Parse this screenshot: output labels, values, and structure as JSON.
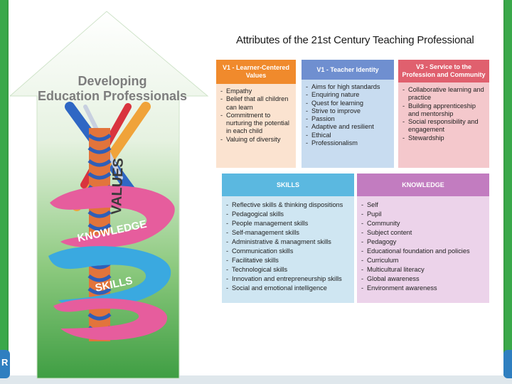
{
  "slide": {
    "title": "Attributes of the 21st Century Teaching Professional",
    "corner_label": "R"
  },
  "arrow": {
    "heading_line1": "Developing",
    "heading_line2": "Education Professionals",
    "ribbon_values": "VALUES",
    "ribbon_knowledge": "KNOWLEDGE",
    "ribbon_skills": "SKILLS"
  },
  "values_boxes": [
    {
      "title": "V1 - Learner-Centered Values",
      "color": "#f08a2c",
      "items": [
        "Empathy",
        "Belief that all children can learn",
        "Commitment to nurturing the potential in each child",
        "Valuing of diversity"
      ]
    },
    {
      "title": "V1 - Teacher Identity",
      "color": "#6f8fd0",
      "items": [
        "Aims for high standards",
        "Enquiring nature",
        "Quest for learning",
        "Strive to improve",
        "Passion",
        "Adaptive and resilient",
        "Ethical",
        "Professionalism"
      ]
    },
    {
      "title": "V3 - Service to the Profession and Community",
      "color": "#e0606e",
      "items": [
        "Collaborative learning and practice",
        "Building apprenticeship and mentorship",
        "Social responsibility and engagement",
        "Stewardship"
      ]
    }
  ],
  "skills_box": {
    "title": "SKILLS",
    "color": "#5bb8e0",
    "items": [
      "Reflective skills & thinking dispositions",
      "Pedagogical skills",
      "People management skills",
      "Self-management skills",
      "Administrative & managment skills",
      "Communication skills",
      "Facilitative skills",
      "Technological skills",
      "Innovation and entrepreneurship skills",
      "Social and emotional intelligence"
    ]
  },
  "knowledge_box": {
    "title": "KNOWLEDGE",
    "color": "#c27cc0",
    "items": [
      "Self",
      "Pupil",
      "Community",
      "Subject content",
      "Pedagogy",
      "Educational foundation and policies",
      "Curriculum",
      "Multicultural literacy",
      "Global awareness",
      "Environment awareness"
    ]
  }
}
